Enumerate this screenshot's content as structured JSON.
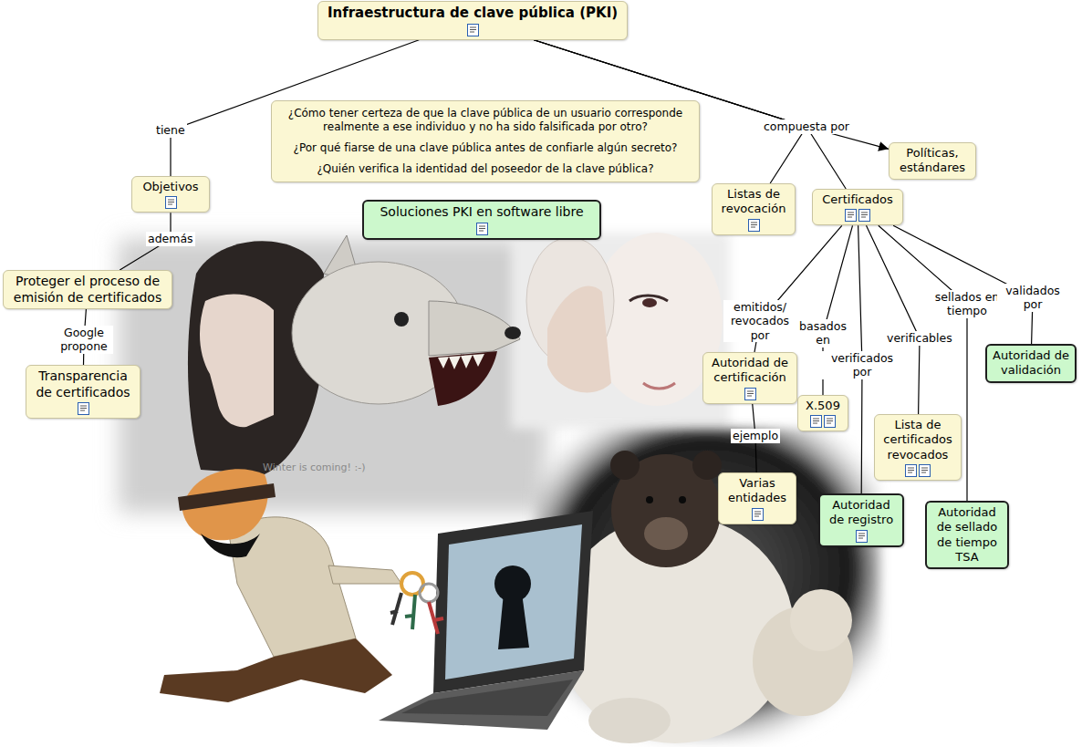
{
  "diagram": {
    "nodes": [
      {
        "text": [
          "Infraestructura de clave pública (PKI)"
        ]
      },
      {
        "text": [
          "¿Cómo tener certeza de que la clave pública de un usuario corresponde realmente a ese individuo y no ha sido falsificada por otro?",
          "¿Por qué fiarse de una clave pública antes de confiarle algún secreto?",
          "¿Quién verifica la identidad del poseedor de la clave pública?"
        ]
      },
      {
        "text": [
          "Objetivos"
        ]
      },
      {
        "text": [
          "Soluciones PKI en software libre"
        ]
      },
      {
        "text": [
          "Listas de revocación"
        ]
      },
      {
        "text": [
          "Certificados"
        ]
      },
      {
        "text": [
          "Políticas, estándares"
        ]
      },
      {
        "text": [
          "Proteger el proceso de emisión de certificados"
        ]
      },
      {
        "text": [
          "Transparencia de certificados"
        ]
      },
      {
        "text": [
          "Autoridad de certificación"
        ]
      },
      {
        "text": [
          "X.509"
        ]
      },
      {
        "text": [
          "Autoridad de validación"
        ]
      },
      {
        "text": [
          "Lista de certificados revocados"
        ]
      },
      {
        "text": [
          "Varias entidades"
        ]
      },
      {
        "text": [
          "Autoridad de registro"
        ]
      },
      {
        "text": [
          "Autoridad de sellado de tiempo TSA"
        ]
      }
    ],
    "edges": [
      {
        "from": 0,
        "to": 2,
        "label": "tiene",
        "arrow": "none"
      },
      {
        "from": 0,
        "to": 4,
        "label": "compuesta por",
        "arrow": "none"
      },
      {
        "from": 0,
        "to": 5,
        "arrow": "none"
      },
      {
        "from": 0,
        "to": 6,
        "arrow": "to"
      },
      {
        "from": 2,
        "to": 7,
        "label": "además",
        "arrow": "none"
      },
      {
        "from": 7,
        "to": 8,
        "label": "Google propone",
        "arrow": "none"
      },
      {
        "from": 5,
        "to": 9,
        "label": "emitidos/ revocados por",
        "arrow": "none"
      },
      {
        "from": 5,
        "to": 10,
        "label": "basados en",
        "arrow": "none"
      },
      {
        "from": 5,
        "to": 14,
        "label": "verificados por",
        "arrow": "none"
      },
      {
        "from": 5,
        "to": 12,
        "label": "verificables",
        "arrow": "none"
      },
      {
        "from": 5,
        "to": 15,
        "label": "sellados en tiempo",
        "arrow": "none"
      },
      {
        "from": 5,
        "to": 11,
        "label": "validados por",
        "arrow": "none"
      },
      {
        "from": 9,
        "to": 13,
        "label": "ejemplo",
        "arrow": "none"
      }
    ],
    "labels": [
      "Winter is coming! :-)"
    ]
  }
}
